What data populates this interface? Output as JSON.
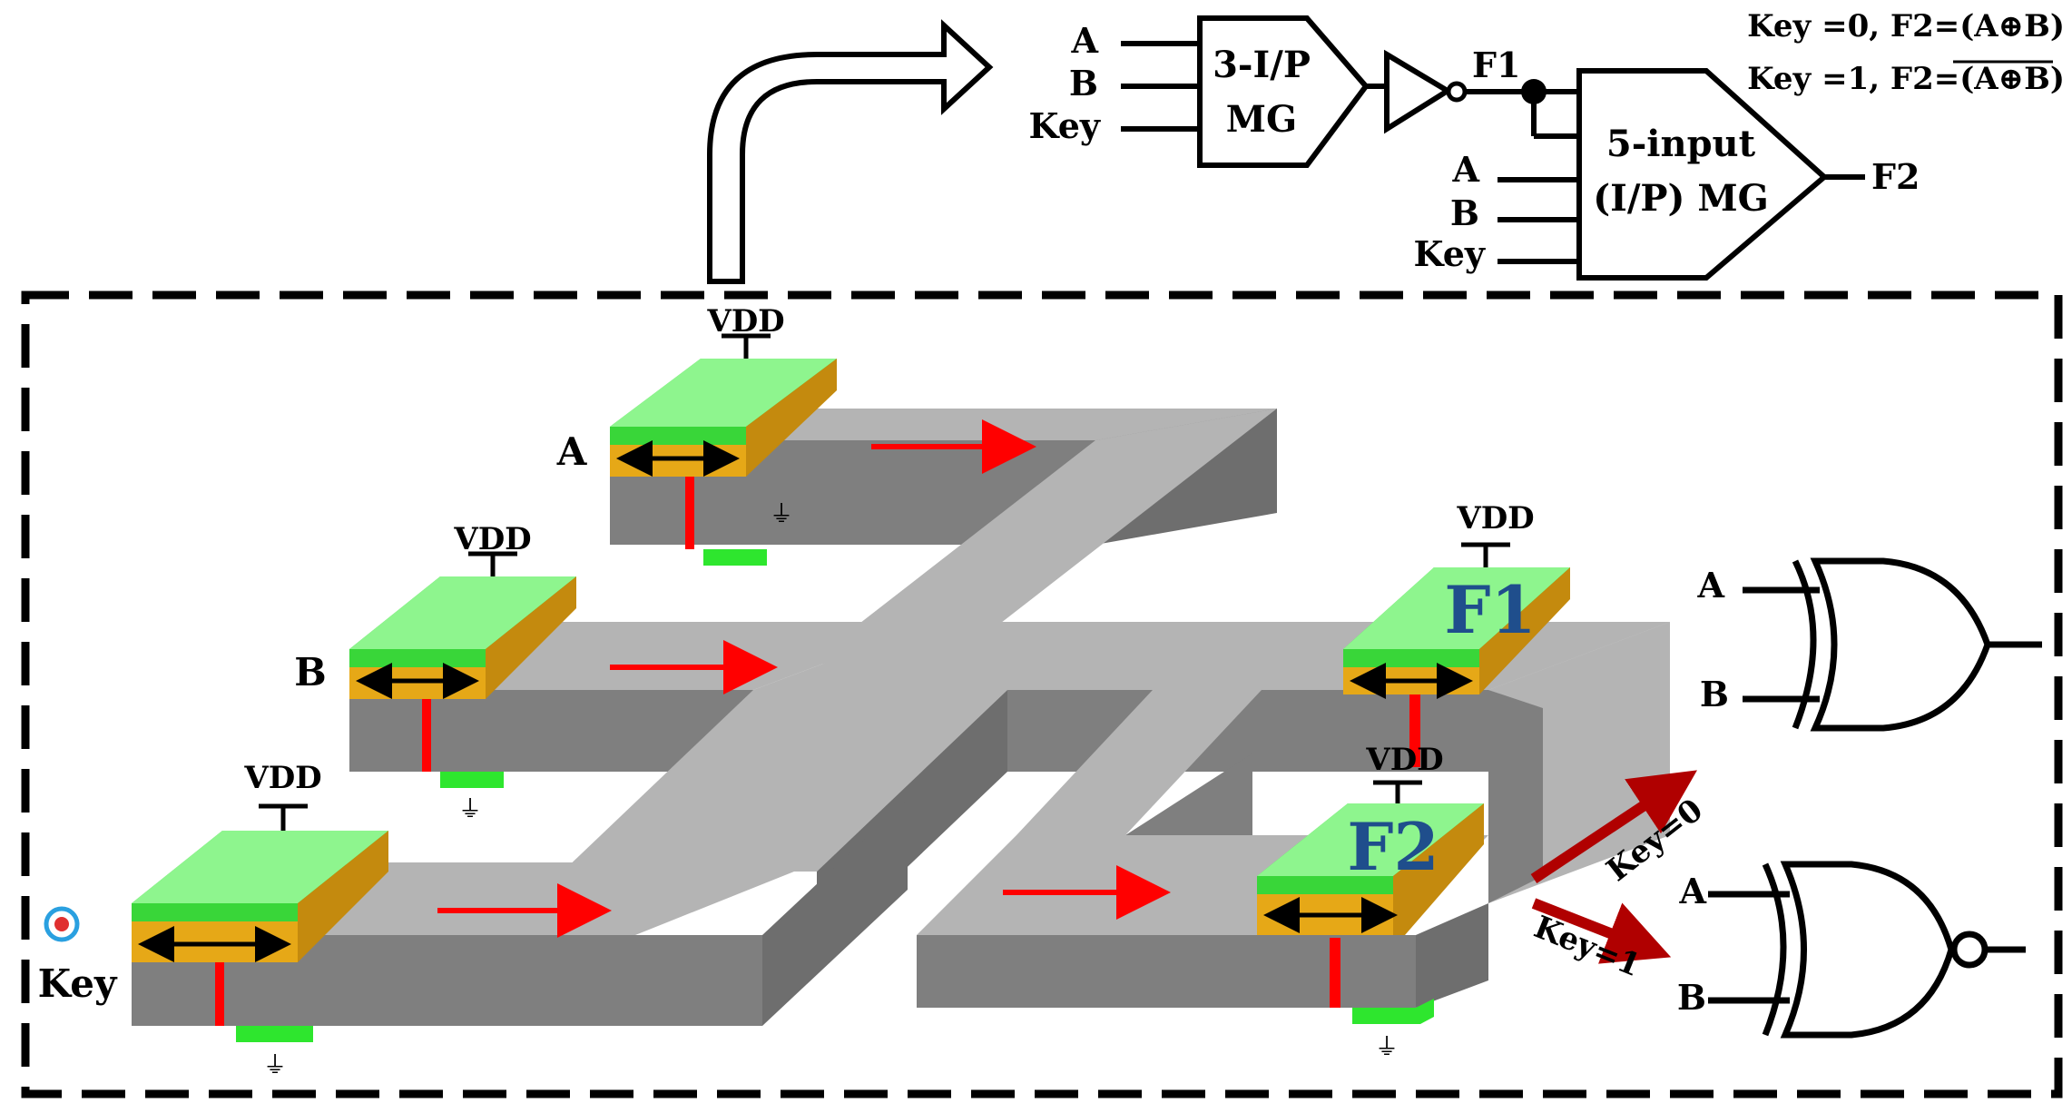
{
  "colors": {
    "waveguide_top": "#b4b4b4",
    "waveguide_side": "#7f7f7f",
    "magnet_top": "#8ef58e",
    "magnet_green": "#39d639",
    "magnet_yellow": "#e6a817",
    "contact_green": "#2ee62e",
    "spin_wave_arrow": "#ff0000",
    "output_arrow": "#b00000",
    "label_blue": "#1f4e8c",
    "dashed_border": "#000000"
  },
  "logic_schematic": {
    "gate1_inputs": [
      "A",
      "B",
      "Key"
    ],
    "gate1_label_line1": "3-I/P",
    "gate1_label_line2": "MG",
    "f1_label": "F1",
    "gate2_inputs": [
      "A",
      "B",
      "Key"
    ],
    "gate2_label_line1": "5-input",
    "gate2_label_line2": "(I/P) MG",
    "f2_label": "F2",
    "equation_key0_prefix": "Key =0, F2=",
    "equation_key0_expr": "(A⊕B)",
    "equation_key1_prefix": "Key =1, F2=",
    "equation_key1_expr": "(A⊕B)"
  },
  "device": {
    "vdd_label": "VDD",
    "input_a_label": "A",
    "input_b_label": "B",
    "input_key_label": "Key",
    "output_f1_label": "F1",
    "output_f2_label": "F2"
  },
  "output_gates": {
    "xor_inputs": [
      "A",
      "B"
    ],
    "xnor_inputs": [
      "A",
      "B"
    ],
    "key0_label": "Key=0",
    "key1_label": "Key=1"
  }
}
